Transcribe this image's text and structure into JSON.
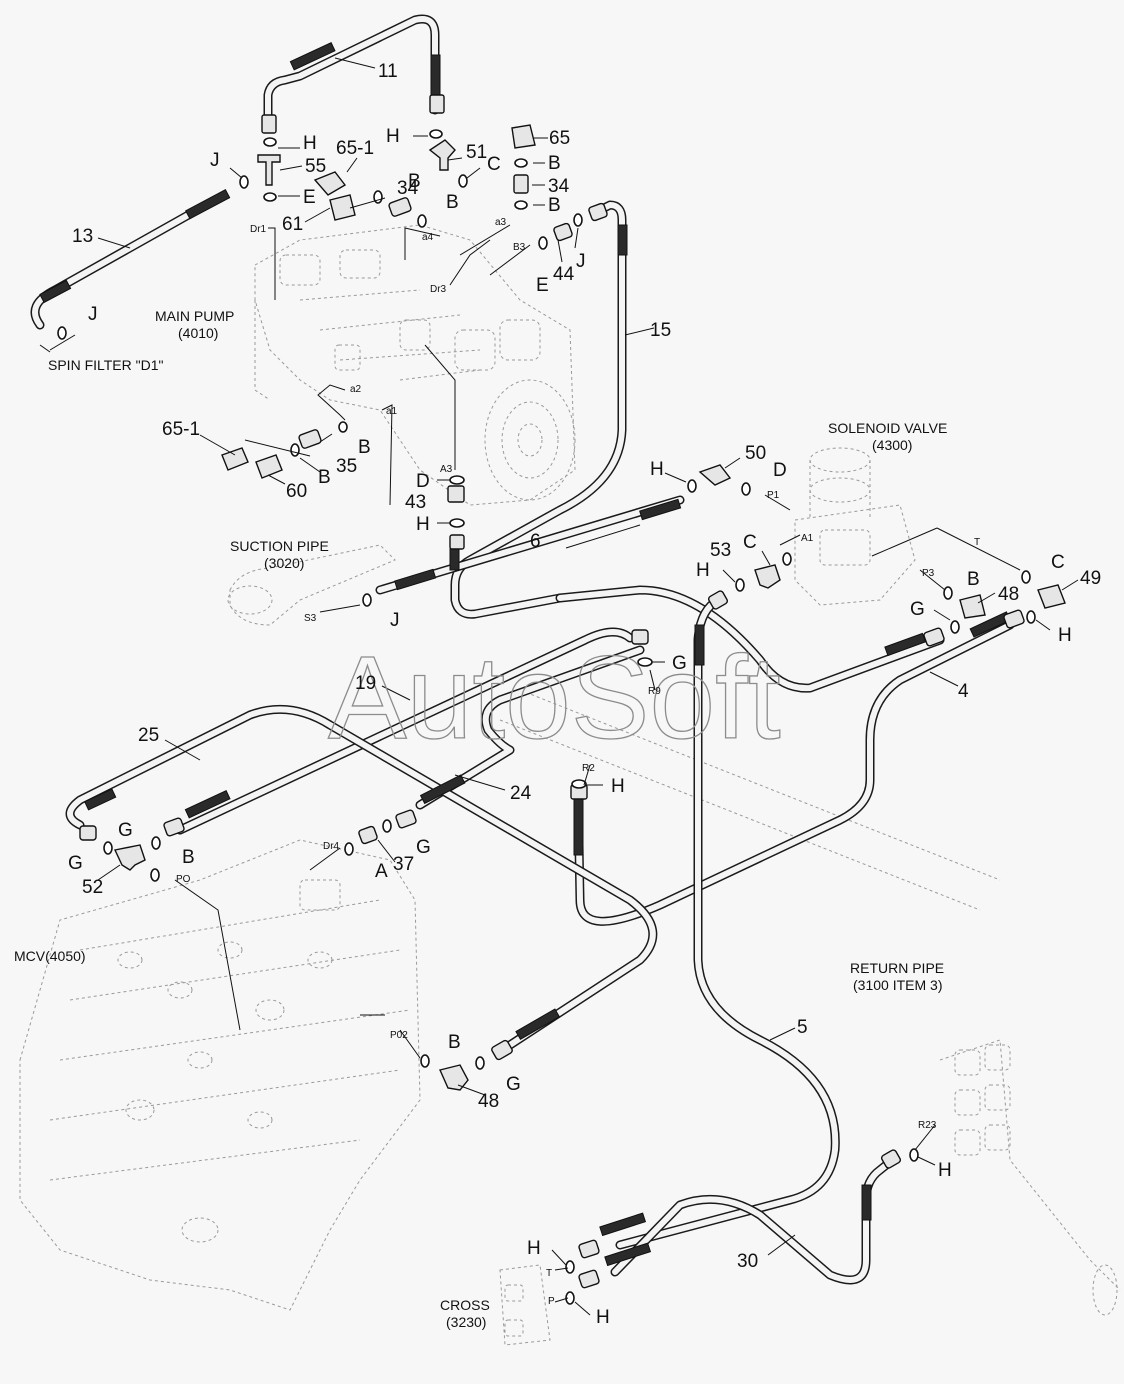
{
  "watermark": "AutoSoft",
  "components": {
    "main_pump": "MAIN PUMP",
    "main_pump_code": "(4010)",
    "spin_filter": "SPIN FILTER \"D1\"",
    "solenoid_valve": "SOLENOID VALVE",
    "solenoid_valve_code": "(4300)",
    "suction_pipe": "SUCTION PIPE",
    "suction_pipe_code": "(3020)",
    "mcv": "MCV(4050)",
    "return_pipe": "RETURN PIPE",
    "return_pipe_code": "(3100 ITEM 3)",
    "cross": "CROSS",
    "cross_code": "(3230)"
  },
  "item_numbers": {
    "n11": "11",
    "n13": "13",
    "n55": "55",
    "n65_1a": "65-1",
    "n61": "61",
    "n34a": "34",
    "n34b": "34",
    "n51": "51",
    "n65": "65",
    "n44": "44",
    "n15": "15",
    "n65_1b": "65-1",
    "n35": "35",
    "n60": "60",
    "n43": "43",
    "n50": "50",
    "n6": "6",
    "n53": "53",
    "n48a": "48",
    "n49": "49",
    "n4": "4",
    "n19": "19",
    "n25": "25",
    "n24": "24",
    "n37": "37",
    "n52": "52",
    "n48b": "48",
    "n5": "5",
    "n30": "30"
  },
  "part_letters": {
    "h1": "H",
    "j1": "J",
    "e1": "E",
    "b1": "B",
    "b2": "B",
    "h2": "H",
    "c1": "C",
    "b3": "B",
    "b4": "B",
    "e2": "E",
    "j2": "J",
    "j3": "J",
    "b5": "B",
    "b6": "B",
    "d1": "D",
    "h3": "H",
    "h4": "H",
    "d2": "D",
    "j4": "J",
    "c2": "C",
    "h5": "H",
    "b7": "B",
    "g1": "G",
    "c3": "C",
    "h6": "H",
    "g2": "G",
    "h7": "H",
    "g3": "G",
    "g4": "G",
    "g5": "G",
    "b8": "B",
    "a1": "A",
    "g6": "G",
    "b9": "B",
    "h8": "H",
    "h9": "H",
    "h10": "H"
  },
  "port_labels": {
    "dr1": "Dr1",
    "a4": "a4",
    "dr3": "Dr3",
    "a3": "a3",
    "b3port": "B3",
    "a2": "a2",
    "a1port": "a1",
    "a3big": "A3",
    "s3": "S3",
    "p1": "P1",
    "a1big": "A1",
    "t1": "T",
    "p3": "P3",
    "r9": "R9",
    "r2": "R2",
    "dr4": "Dr4",
    "po": "PO",
    "p02": "P02",
    "r23": "R23",
    "t2": "T",
    "p": "P"
  }
}
